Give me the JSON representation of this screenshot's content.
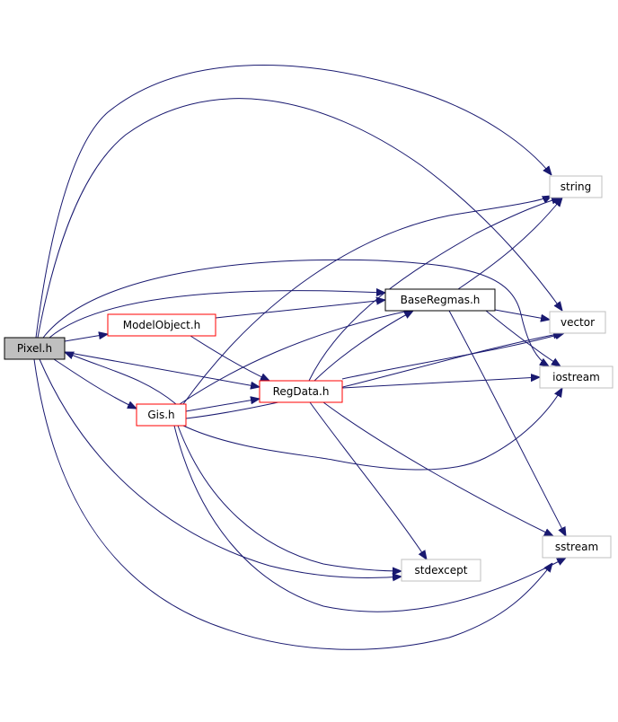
{
  "colors": {
    "edge": "#191970",
    "root_fill": "#bfbfbf",
    "root_border": "#000000",
    "project_border": "#ff0000",
    "documented_border": "#000000",
    "system_border": "#bfbfbf",
    "text": "#000000"
  },
  "nodes": {
    "pixel": {
      "label": "Pixel.h",
      "kind": "root"
    },
    "modelobject": {
      "label": "ModelObject.h",
      "kind": "project"
    },
    "gis": {
      "label": "Gis.h",
      "kind": "project"
    },
    "regdata": {
      "label": "RegData.h",
      "kind": "project"
    },
    "baseregmas": {
      "label": "BaseRegmas.h",
      "kind": "documented"
    },
    "string": {
      "label": "string",
      "kind": "system"
    },
    "vector": {
      "label": "vector",
      "kind": "system"
    },
    "iostream": {
      "label": "iostream",
      "kind": "system"
    },
    "sstream": {
      "label": "sstream",
      "kind": "system"
    },
    "stdexcept": {
      "label": "stdexcept",
      "kind": "system"
    }
  },
  "edges": [
    {
      "from": "pixel",
      "to": "string"
    },
    {
      "from": "pixel",
      "to": "vector"
    },
    {
      "from": "pixel",
      "to": "iostream"
    },
    {
      "from": "pixel",
      "to": "baseregmas"
    },
    {
      "from": "pixel",
      "to": "modelobject"
    },
    {
      "from": "pixel",
      "to": "regdata"
    },
    {
      "from": "pixel",
      "to": "gis"
    },
    {
      "from": "pixel",
      "to": "stdexcept"
    },
    {
      "from": "pixel",
      "to": "sstream"
    },
    {
      "from": "modelobject",
      "to": "baseregmas"
    },
    {
      "from": "modelobject",
      "to": "regdata"
    },
    {
      "from": "gis",
      "to": "pixel"
    },
    {
      "from": "gis",
      "to": "regdata"
    },
    {
      "from": "gis",
      "to": "baseregmas"
    },
    {
      "from": "gis",
      "to": "string"
    },
    {
      "from": "gis",
      "to": "vector"
    },
    {
      "from": "gis",
      "to": "iostream"
    },
    {
      "from": "gis",
      "to": "stdexcept"
    },
    {
      "from": "gis",
      "to": "sstream"
    },
    {
      "from": "regdata",
      "to": "baseregmas"
    },
    {
      "from": "regdata",
      "to": "string"
    },
    {
      "from": "regdata",
      "to": "vector"
    },
    {
      "from": "regdata",
      "to": "iostream"
    },
    {
      "from": "regdata",
      "to": "stdexcept"
    },
    {
      "from": "regdata",
      "to": "sstream"
    },
    {
      "from": "baseregmas",
      "to": "string"
    },
    {
      "from": "baseregmas",
      "to": "vector"
    },
    {
      "from": "baseregmas",
      "to": "iostream"
    },
    {
      "from": "baseregmas",
      "to": "sstream"
    }
  ]
}
